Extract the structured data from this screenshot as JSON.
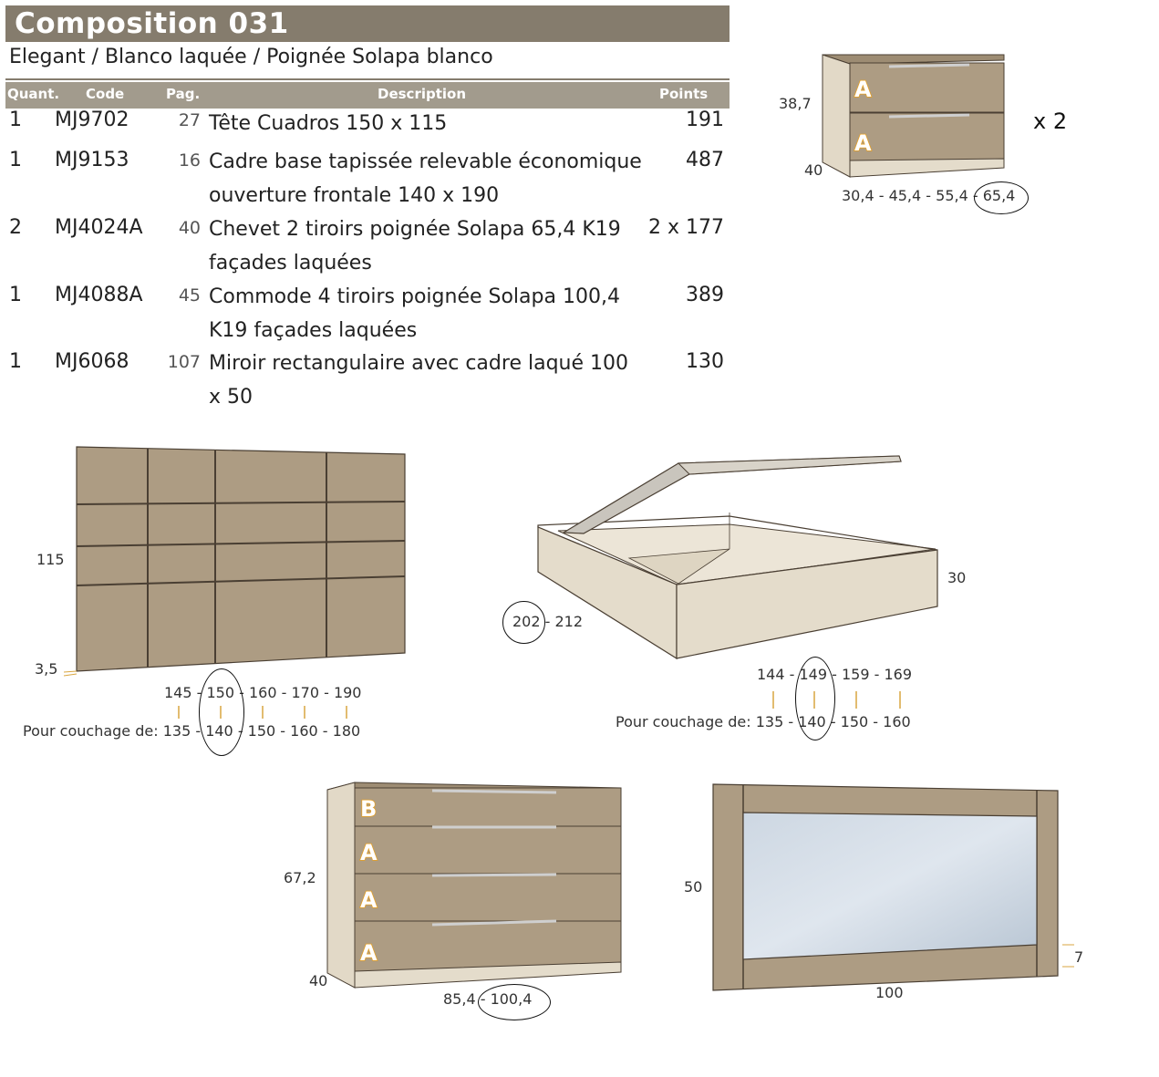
{
  "header": {
    "title": "Composition 031",
    "subtitle": "Elegant / Blanco laquée / Poignée Solapa blanco"
  },
  "table": {
    "columns": [
      "Quant.",
      "Code",
      "Pag.",
      "Description",
      "Points"
    ],
    "rows": [
      {
        "quant": "1",
        "code": "MJ9702",
        "page": "27",
        "description": "Tête Cuadros 150 x 115",
        "points": "191"
      },
      {
        "quant": "1",
        "code": "MJ9153",
        "page": "16",
        "description": "Cadre base tapissée relevable économique ouverture frontale 140 x 190",
        "points": "487"
      },
      {
        "quant": "2",
        "code": "MJ4024A",
        "page": "40",
        "description": "Chevet 2 tiroirs poignée Solapa 65,4 K19 façades laquées",
        "points": "2 x 177"
      },
      {
        "quant": "1",
        "code": "MJ4088A",
        "page": "45",
        "description": "Commode 4 tiroirs poignée Solapa 100,4 K19 façades laquées",
        "points": "389"
      },
      {
        "quant": "1",
        "code": "MJ6068",
        "page": "107",
        "description": "Miroir rectangulaire avec cadre laqué 100 x 50",
        "points": "130"
      }
    ]
  },
  "nightstand": {
    "height": "38,7",
    "depth": "40",
    "widths": "30,4 - 45,4 - 55,4 - 65,4",
    "multiplier": "x 2",
    "drawer_labels": [
      "A",
      "A"
    ]
  },
  "headboard": {
    "height": "115",
    "thickness": "3,5",
    "widths": "145 - 150 - 160 - 170 - 190",
    "bed_sizes": "Pour couchage de: 135 - 140 - 150 - 160 - 180"
  },
  "bed_frame": {
    "height": "30",
    "lengths": "202 - 212",
    "widths": "144 - 149 - 159 - 169",
    "bed_sizes": "Pour couchage de: 135 - 140 - 150 - 160"
  },
  "dresser": {
    "height": "67,2",
    "depth": "40",
    "widths": "85,4 - 100,4",
    "drawer_labels": [
      "B",
      "A",
      "A",
      "A"
    ]
  },
  "mirror": {
    "height": "50",
    "width": "100",
    "frame": "7"
  },
  "colors": {
    "header_bar": "#857c6d",
    "table_header": "#a29b8d",
    "wood": "#ad9c83",
    "body_cream": "#e4dccb",
    "badge_stroke": "#e8a020",
    "tick": "#d9a640"
  }
}
